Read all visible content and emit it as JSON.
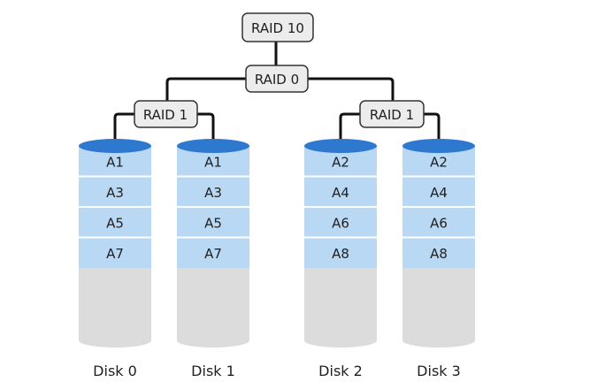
{
  "nodes": {
    "top": "RAID 10",
    "middle": "RAID 0",
    "left": "RAID 1",
    "right": "RAID 1"
  },
  "disks": [
    {
      "label": "Disk 0",
      "blocks": [
        "A1",
        "A3",
        "A5",
        "A7"
      ]
    },
    {
      "label": "Disk 1",
      "blocks": [
        "A1",
        "A3",
        "A5",
        "A7"
      ]
    },
    {
      "label": "Disk 2",
      "blocks": [
        "A2",
        "A4",
        "A6",
        "A8"
      ]
    },
    {
      "label": "Disk 3",
      "blocks": [
        "A2",
        "A4",
        "A6",
        "A8"
      ]
    }
  ],
  "colors": {
    "disk_top": "#2e78cf",
    "block_fill": "#b9d8f3",
    "block_divider": "#ffffff",
    "empty_fill": "#dcdcdc",
    "node_fill": "#ececec",
    "node_stroke": "#333333",
    "line": "#111111"
  }
}
